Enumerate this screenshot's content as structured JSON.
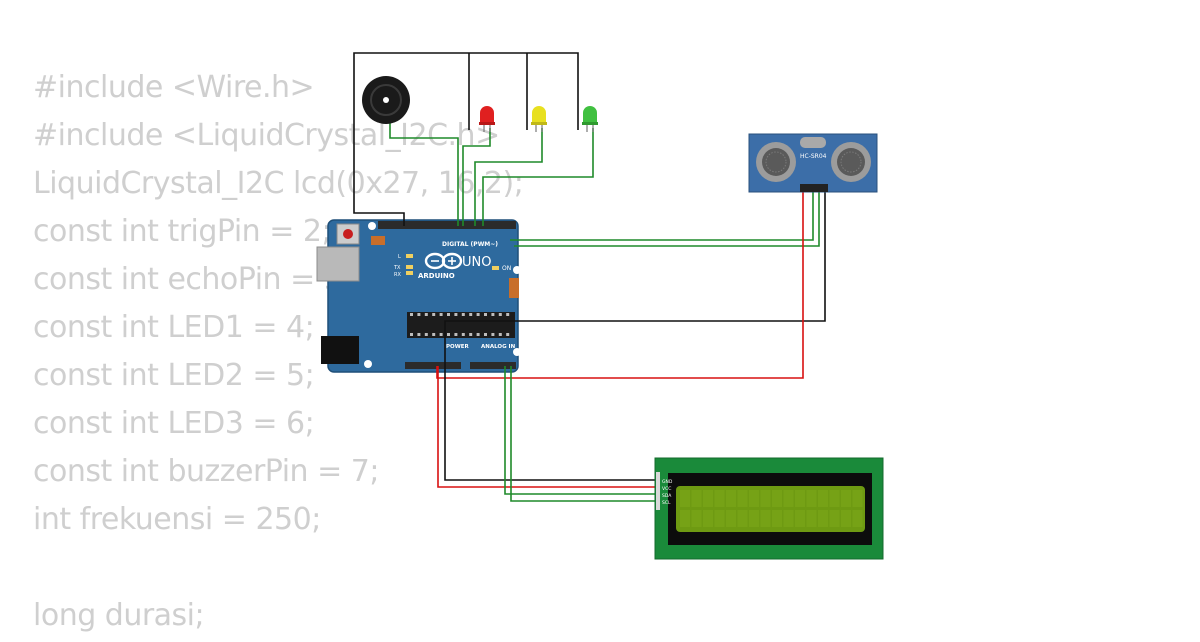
{
  "code_lines": [
    "#include <Wire.h>",
    "#include <LiquidCrystal_I2C.h>",
    "LiquidCrystal_I2C lcd(0x27, 16,2);",
    "const int trigPin = 2;",
    "const int echoPin = 3;",
    "const int LED1 = 4;",
    "const int LED2 = 5;",
    "const int LED3 = 6;",
    "const int buzzerPin = 7;",
    "int frekuensi = 250;",
    "",
    "long durasi;"
  ],
  "arduino": {
    "digital_label": "DIGITAL (PWM~)",
    "logo_text": "UNO",
    "brand": "ARDUINO",
    "on_label": "ON",
    "power_label": "POWER",
    "analog_label": "ANALOG IN",
    "led_l": "L",
    "led_tx": "TX",
    "led_rx": "RX"
  },
  "sensor": {
    "label": "HC-SR04"
  },
  "lcd": {
    "pins": [
      "GND",
      "VCC",
      "SDA",
      "SCL"
    ]
  },
  "colors": {
    "board": "#2e6a9e",
    "led_red": "#e02020",
    "led_yellow": "#e8e020",
    "led_green": "#40c040",
    "wire_green": "#1f8a2a",
    "wire_red": "#d81010",
    "wire_black": "#111111",
    "lcd_pcb": "#1a8a3a",
    "lcd_screen": "#6e9a12"
  }
}
